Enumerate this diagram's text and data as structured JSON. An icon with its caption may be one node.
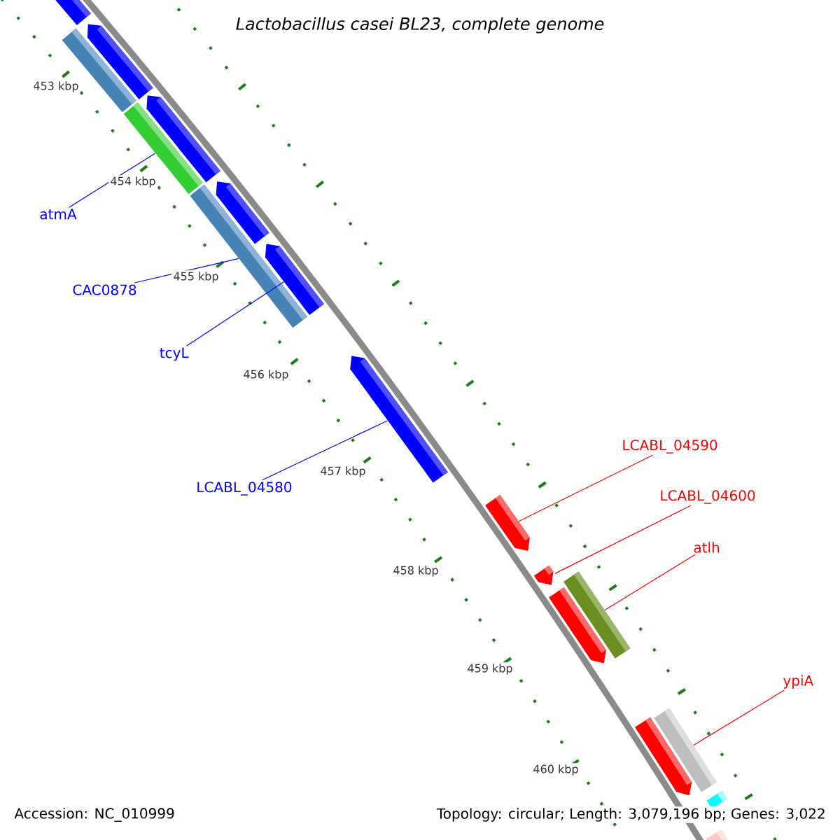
{
  "diagram": {
    "title": "Lactobacillus casei BL23, complete genome",
    "nodes": [
      {
        "text": [
          "atmA"
        ]
      },
      {
        "text": [
          "CAC0878"
        ]
      },
      {
        "text": [
          "tcyL"
        ]
      },
      {
        "text": [
          "LCABL_04580"
        ]
      },
      {
        "text": [
          "LCABL_04590"
        ]
      },
      {
        "text": [
          "LCABL_04600"
        ]
      },
      {
        "text": [
          "atlh"
        ]
      },
      {
        "text": [
          "ypiA"
        ]
      },
      {
        "text": [],
        "shape": "bar"
      },
      {
        "text": [],
        "shape": "bar"
      },
      {
        "text": [],
        "shape": "bar"
      },
      {
        "text": [],
        "shape": "bar"
      },
      {
        "text": [],
        "shape": "bar"
      },
      {
        "text": [],
        "shape": "bar"
      },
      {
        "text": [],
        "shape": "bar"
      },
      {
        "text": [],
        "shape": "bar"
      },
      {
        "text": [],
        "shape": "bar"
      },
      {
        "text": [],
        "shape": "bar"
      },
      {
        "text": [],
        "shape": "bar"
      },
      {
        "text": [],
        "shape": "bar"
      },
      {
        "text": [],
        "shape": "bar"
      },
      {
        "text": [],
        "shape": "bar"
      },
      {
        "text": [],
        "shape": "bar"
      },
      {
        "text": [],
        "shape": "bar"
      },
      {
        "text": [],
        "shape": "bar"
      }
    ],
    "edges": [
      {
        "from": 0,
        "to": 11,
        "arrow": "none",
        "color": "#0000ff"
      },
      {
        "from": 1,
        "to": 13,
        "arrow": "none",
        "color": "#0000ff"
      },
      {
        "from": 2,
        "to": 15,
        "arrow": "none",
        "color": "#0000ff"
      },
      {
        "from": 3,
        "to": 16,
        "arrow": "none",
        "color": "#0000ff"
      },
      {
        "from": 4,
        "to": 17,
        "arrow": "none",
        "color": "#ff0000"
      },
      {
        "from": 5,
        "to": 18,
        "arrow": "none",
        "color": "#ff0000"
      },
      {
        "from": 6,
        "to": 19,
        "arrow": "none",
        "color": "#ff0000"
      },
      {
        "from": 7,
        "to": 21,
        "arrow": "none",
        "color": "#ff0000"
      }
    ],
    "labels": [
      "453 kbp",
      "454 kbp",
      "455 kbp",
      "456 kbp",
      "457 kbp",
      "458 kbp",
      "459 kbp",
      "460 kbp",
      "Accession: NC_010999",
      "Topology: circular; Length: 3,079,196 bp; Genes: 3,022"
    ]
  }
}
